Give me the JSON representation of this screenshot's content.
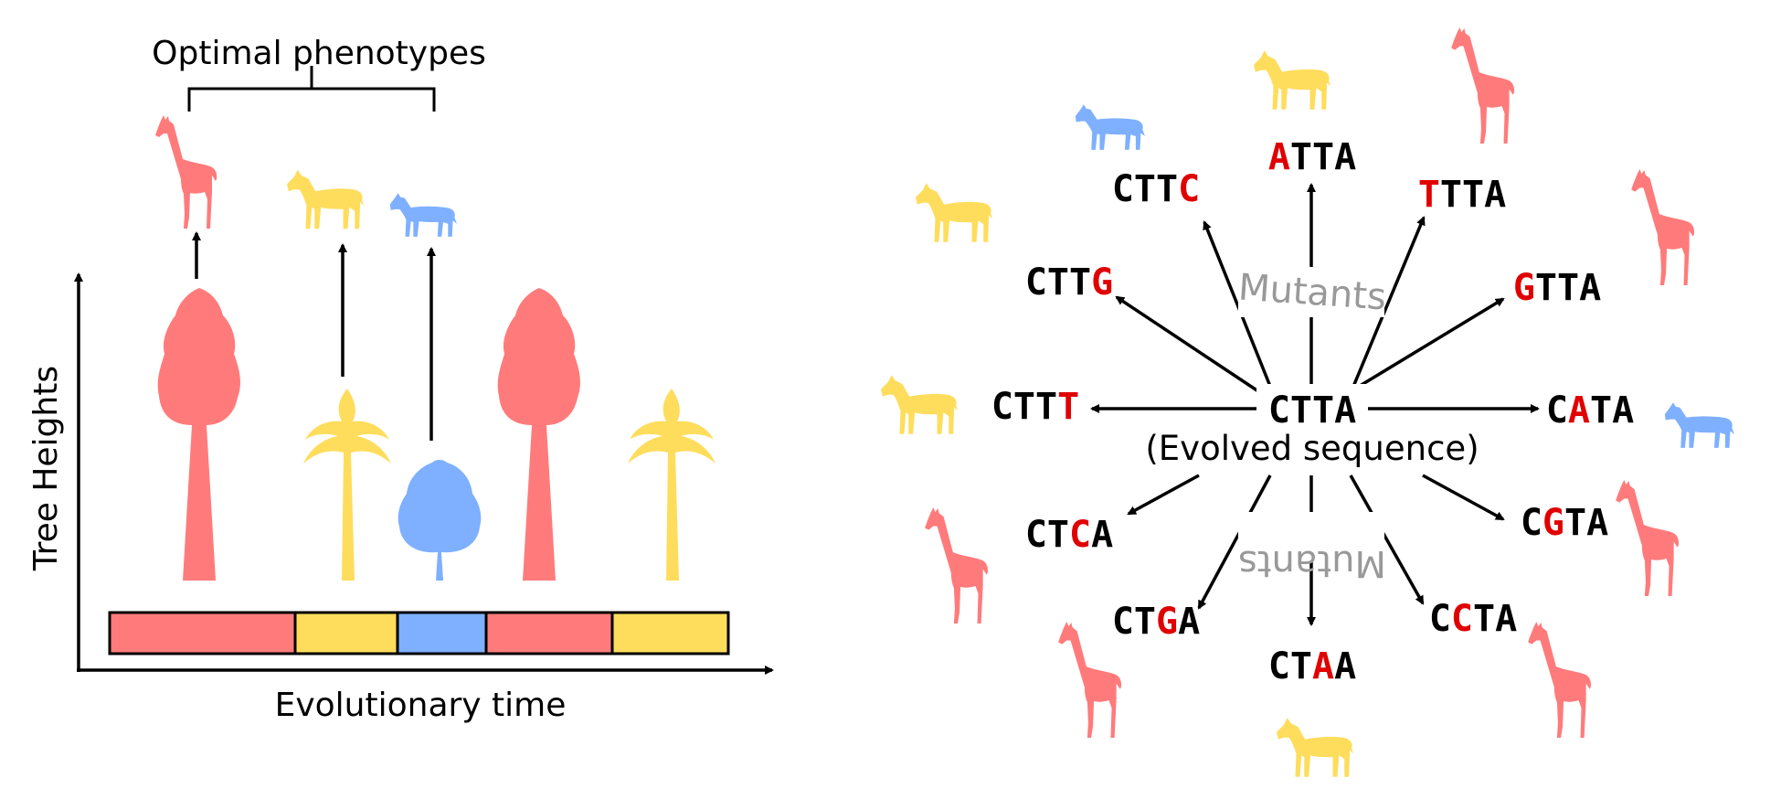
{
  "colors": {
    "red": "#ff7b7b",
    "yellow": "#fedd5c",
    "blue": "#7eb0ff",
    "mutation": "#e00000",
    "ink": "#000000",
    "muted": "#999999"
  },
  "left_panel": {
    "header": "Optimal phenotypes",
    "y_axis_label": "Tree Heights",
    "x_axis_label": "Evolutionary time",
    "trees": [
      {
        "kind": "tall-tree",
        "color": "red"
      },
      {
        "kind": "palm-tree",
        "color": "yellow"
      },
      {
        "kind": "round-tree",
        "color": "blue"
      },
      {
        "kind": "tall-tree",
        "color": "red"
      },
      {
        "kind": "palm-tree",
        "color": "yellow"
      }
    ],
    "phenotypes": [
      {
        "animal": "giraffe",
        "color": "red"
      },
      {
        "animal": "okapi",
        "color": "yellow"
      },
      {
        "animal": "zebra",
        "color": "blue"
      }
    ],
    "timeline_segments": [
      "red",
      "yellow",
      "blue",
      "red",
      "yellow"
    ]
  },
  "right_panel": {
    "center_sequence": "CTTA",
    "center_caption": "(Evolved sequence)",
    "mutants_label_top": "Mutants",
    "mutants_label_bottom": "Mutants",
    "mutants": [
      {
        "prefix": "",
        "mut": "A",
        "suffix": "TTA"
      },
      {
        "prefix": "",
        "mut": "T",
        "suffix": "TTA"
      },
      {
        "prefix": "",
        "mut": "G",
        "suffix": "TTA"
      },
      {
        "prefix": "C",
        "mut": "A",
        "suffix": "TA"
      },
      {
        "prefix": "C",
        "mut": "G",
        "suffix": "TA"
      },
      {
        "prefix": "C",
        "mut": "C",
        "suffix": "TA"
      },
      {
        "prefix": "CT",
        "mut": "A",
        "suffix": "A"
      },
      {
        "prefix": "CT",
        "mut": "G",
        "suffix": "A"
      },
      {
        "prefix": "CT",
        "mut": "C",
        "suffix": "A"
      },
      {
        "prefix": "CTT",
        "mut": "T",
        "suffix": ""
      },
      {
        "prefix": "CTT",
        "mut": "G",
        "suffix": ""
      },
      {
        "prefix": "CTT",
        "mut": "C",
        "suffix": ""
      }
    ],
    "animals": [
      {
        "animal": "okapi",
        "color": "yellow"
      },
      {
        "animal": "giraffe",
        "color": "red"
      },
      {
        "animal": "giraffe",
        "color": "red"
      },
      {
        "animal": "zebra",
        "color": "blue"
      },
      {
        "animal": "giraffe",
        "color": "red"
      },
      {
        "animal": "giraffe",
        "color": "red"
      },
      {
        "animal": "okapi",
        "color": "yellow"
      },
      {
        "animal": "giraffe",
        "color": "red"
      },
      {
        "animal": "giraffe",
        "color": "red"
      },
      {
        "animal": "okapi",
        "color": "yellow"
      },
      {
        "animal": "okapi",
        "color": "yellow"
      },
      {
        "animal": "zebra",
        "color": "blue"
      }
    ]
  }
}
